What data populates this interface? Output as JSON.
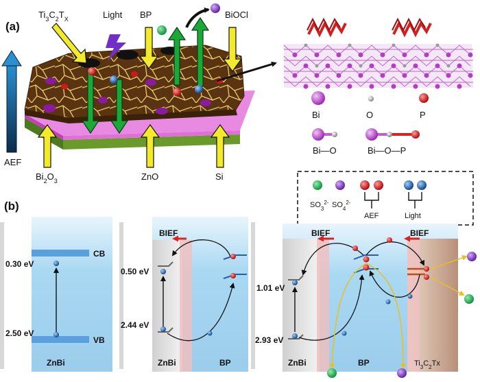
{
  "panel_a": {
    "label": "(a)",
    "callouts": {
      "ti3c2tx": {
        "main": "Ti",
        "s1": "3",
        "m2": "C",
        "s2": "2",
        "m3": "T",
        "s3": "X"
      },
      "light": "Light",
      "bp": "BP",
      "biocl": "BiOCl",
      "aef": "AEF",
      "bi2o3": {
        "main": "Bi",
        "s1": "2",
        "m2": "O",
        "s2": "3"
      },
      "zno": "ZnO",
      "si": "Si"
    },
    "legend": {
      "bi": "Bi",
      "o": "O",
      "p": "P",
      "bio": "Bi—O",
      "biop": "Bi—O—P"
    }
  },
  "panel_b": {
    "label": "(b)",
    "key": {
      "so3": {
        "main": "SO",
        "s1": "3",
        "sup": "2-"
      },
      "so4": {
        "main": "SO",
        "s1": "4",
        "sup": "2-"
      },
      "aef": "AEF",
      "light": "Light"
    },
    "box1": {
      "cb": "CB",
      "vb": "VB",
      "e_top": "0.30 eV",
      "e_bottom": "2.50 eV",
      "material": "ZnBi"
    },
    "box2": {
      "bief": "BIEF",
      "e_top": "0.50 eV",
      "e_bottom": "2.44 eV",
      "mat_left": "ZnBi",
      "mat_right": "BP"
    },
    "box3": {
      "bief_left": "BIEF",
      "bief_right": "BIEF",
      "e_top": "1.01 eV",
      "e_bottom": "2.93 eV",
      "mat_left": "ZnBi",
      "mat_mid": "BP",
      "mat_right": {
        "main": "Ti",
        "s1": "3",
        "m2": "C",
        "s2": "2",
        "m3": "Tx"
      }
    }
  },
  "colors": {
    "bi_purple": "#b43cc8",
    "o_gray": "#9a9a9a",
    "p_red": "#d01818",
    "electron_blue": "#1a5fa8",
    "arrow_green": "#1aa838",
    "callout_yellow": "#f2ea2a",
    "lightning_purple": "#7030c8",
    "box_blue": "#9fd0ee",
    "band_blue": "#5aa0dc"
  }
}
